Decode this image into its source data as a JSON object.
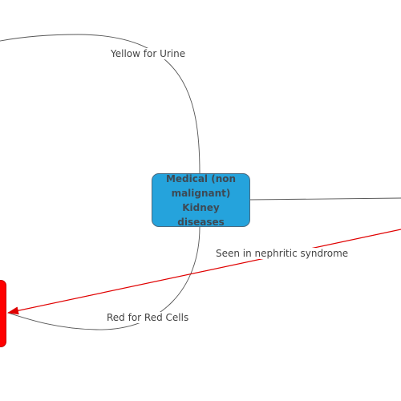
{
  "central_node": {
    "label": "Medical (non malignant) Kidney diseases",
    "fill": "#25a3dc"
  },
  "offscreen_node": {
    "fill": "#ff0000"
  },
  "edges": {
    "yellow_label": "Yellow for Urine",
    "nephritic_label": "Seen in nephritic syndrome",
    "red_label": "Red for Red Cells",
    "arrow_color": "#e00000",
    "line_color": "#555555"
  }
}
